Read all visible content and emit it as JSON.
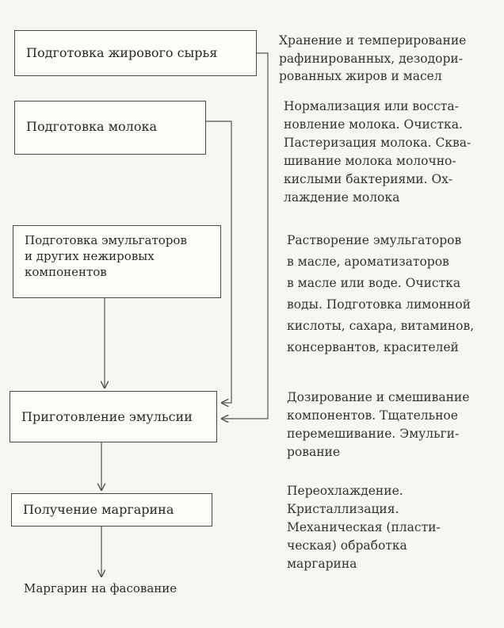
{
  "stages": [
    {
      "label": "Подготовка жирового сырья"
    },
    {
      "label": "Подготовка молока"
    },
    {
      "label": "Подготовка эмульгаторов\nи других нежировых\nкомпонентов"
    },
    {
      "label": "Приготовление эмульсии"
    },
    {
      "label": "Получение маргарина"
    }
  ],
  "output": "Маргарин на фасование",
  "descriptions": [
    "Хранение и темперирование\nрафинированных, дезодори-\nрованных  жиров и масел",
    "Нормализация или восста-\nновление молока. Очистка.\nПастеризация молока. Сква-\nшивание молока молочно-\nкислыми бактериями. Ох-\nлаждение молока",
    "Растворение эмульгаторов\nв масле, ароматизаторов\nв масле или воде. Очистка\nводы. Подготовка лимонной\nкислоты, сахара, витаминов,\nконсервантов, красителей",
    "Дозирование и смешивание\nкомпонентов. Тщательное\nперемешивание. Эмульги-\nрование",
    "Переохлаждение.\nКристаллизация.\nМеханическая (пласти-\nческая) обработка\nмаргарина"
  ]
}
